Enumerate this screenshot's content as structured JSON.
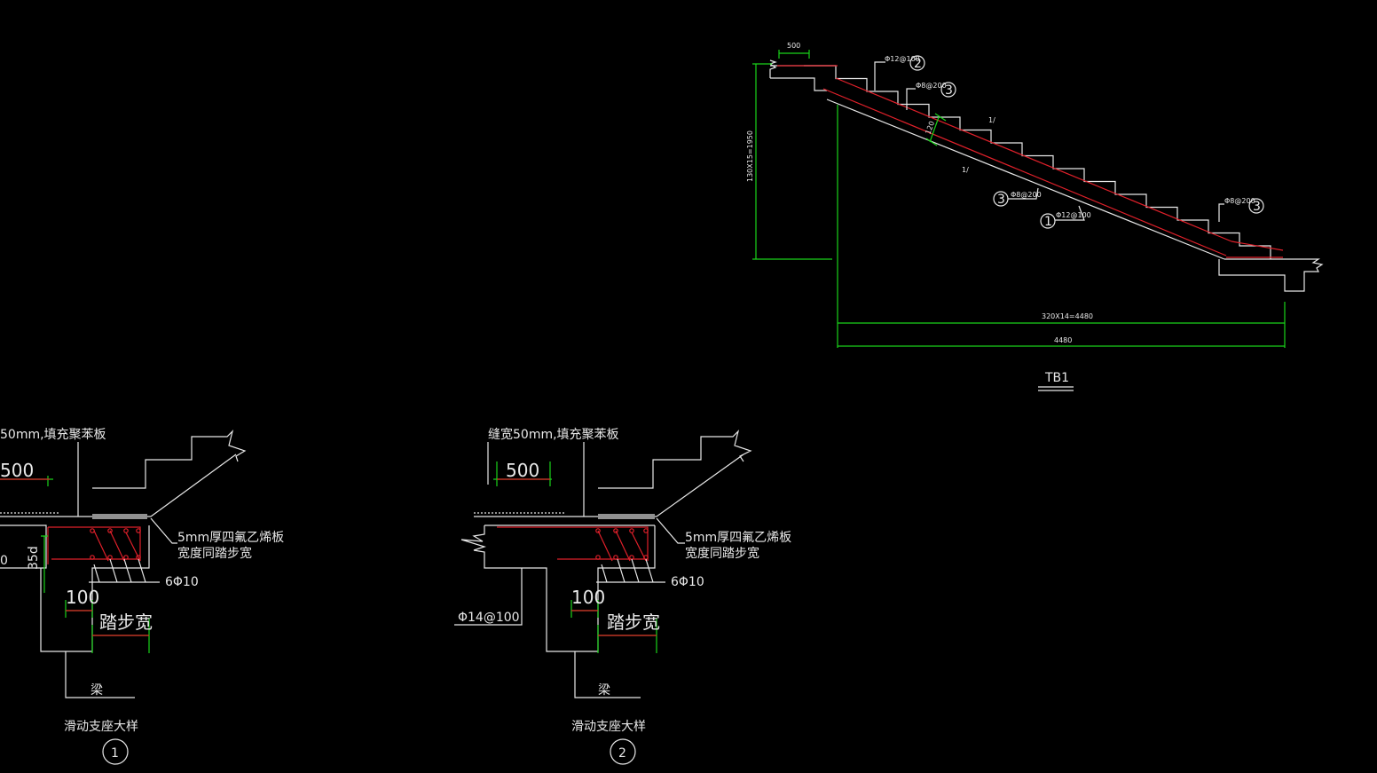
{
  "stair_tb1": {
    "top_dim": "500",
    "height_dim": "130X15=1950",
    "run_dim": "320X14=4480",
    "total_dim": "4480",
    "slab_thickness": "120",
    "rebar_top_upper": "Φ12@100",
    "rebar_dist_upper": "Φ8@200",
    "rebar_dist_lower": "Φ8@200",
    "rebar_bottom": "Φ12@100",
    "rebar_dist_right": "Φ8@200",
    "mark_2": "2",
    "mark_3a": "3",
    "mark_3b": "3",
    "mark_1": "1",
    "mark_3c": "3",
    "slope_mark_1": "1/",
    "slope_mark_2": "1/",
    "title": "TB1"
  },
  "detail_1": {
    "note_joint": "50mm,填充聚苯板",
    "dim_500": "500",
    "dim_0": "0",
    "dim_35d": "35d",
    "note_pvc": "5mm厚四氟乙烯板",
    "note_pvc_2": "宽度同踏步宽",
    "rebar": "6Φ10",
    "dim_100": "100",
    "dim_tread": "踏步宽",
    "beam": "梁",
    "title": "滑动支座大样",
    "number": "1"
  },
  "detail_2": {
    "note_joint": "缝宽50mm,填充聚苯板",
    "dim_500": "500",
    "note_pvc": "5mm厚四氟乙烯板",
    "note_pvc_2": "宽度同踏步宽",
    "rebar": "6Φ10",
    "rebar_left": "Φ14@100",
    "dim_100": "100",
    "dim_tread": "踏步宽",
    "beam": "梁",
    "title": "滑动支座大样",
    "number": "2"
  },
  "colors": {
    "background": "#000000",
    "outline": "#e8e8e8",
    "rebar": "#e0202a",
    "dimension": "#19d319"
  }
}
